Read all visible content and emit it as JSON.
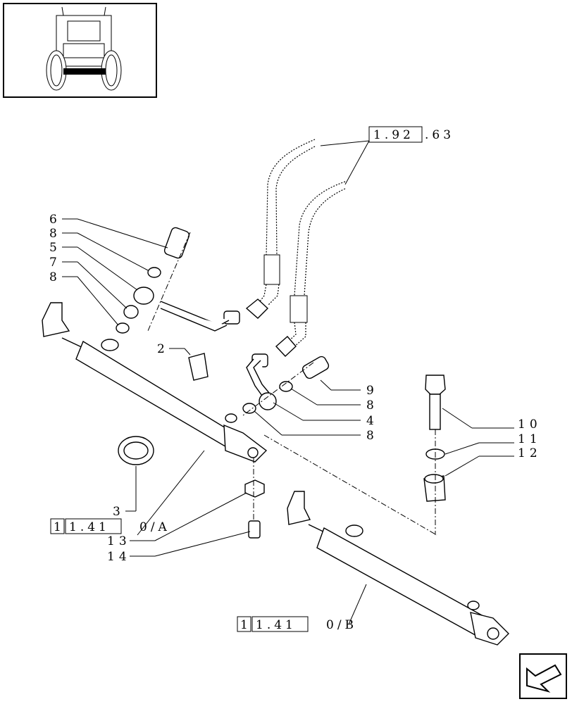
{
  "callouts": {
    "c6": "6",
    "c8a": "8",
    "c5": "5",
    "c7": "7",
    "c8b": "8",
    "c2": "2",
    "c9": "9",
    "c8c": "8",
    "c4": "4",
    "c8d": "8",
    "c10": "10",
    "c11": "11",
    "c12": "12",
    "c3": "3",
    "c13": "13",
    "c14": "14"
  },
  "references": {
    "top_boxed": "1.92",
    "top_rest": ".63",
    "a_box1": "1",
    "a_box2": "1.41",
    "a_rest": "0/A",
    "b_box1": "1",
    "b_box2": "1.41",
    "b_rest": "0/B"
  },
  "icons": {
    "thumbnail": "tractor-rear-view-icon",
    "nav": "next-page-arrow-icon"
  }
}
